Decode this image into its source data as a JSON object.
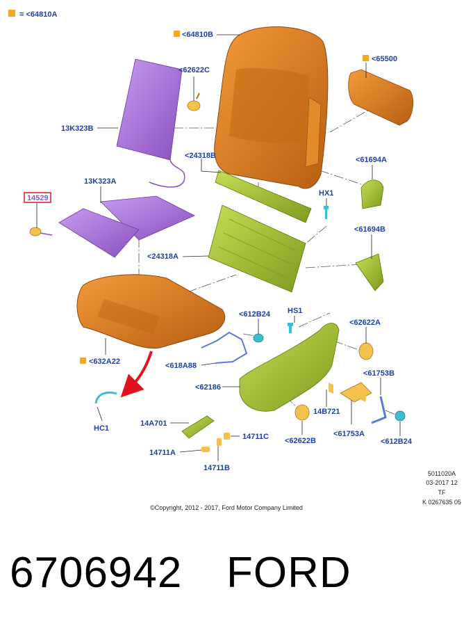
{
  "legend": {
    "text": "= <64810A",
    "color": "#f5a623"
  },
  "labels": {
    "l64810B": "<64810B",
    "l62622C": "<62622C",
    "l65500": "<65500",
    "l13K323B": "13K323B",
    "l24318B": "<24318B",
    "l61694A": "<61694A",
    "l13K323A": "13K323A",
    "l14529": "14529",
    "lHX1": "HX1",
    "l61694B": "<61694B",
    "l24318A": "<24318A",
    "l612B24a": "<612B24",
    "lHS1": "HS1",
    "l62622A": "<62622A",
    "l632A22": "<632A22",
    "l618A88": "<618A88",
    "l61753B": "<61753B",
    "l62186": "<62186",
    "l14B721": "14B721",
    "lHC1": "HC1",
    "l14A701": "14A701",
    "l14711C": "14711C",
    "l62622B": "<62622B",
    "l61753A": "<61753A",
    "l612B24b": "<612B24",
    "l14711A": "14711A",
    "l14711B": "14711B"
  },
  "info": [
    "5011020A",
    "03-2017 12",
    "TF",
    "K 0267635 05"
  ],
  "copyright": "©Copyright, 2012 - 2017, Ford Motor Company Limited",
  "part_number": "6706942",
  "brand": "FORD",
  "colors": {
    "orange": "#d9781a",
    "purple": "#a86fd6",
    "green": "#a3c23a",
    "yellow": "#f2c14e",
    "blue_wire": "#5a79d6",
    "teal": "#3bbfcf",
    "label": "#1f3fa8",
    "highlight": "#e0141e"
  }
}
